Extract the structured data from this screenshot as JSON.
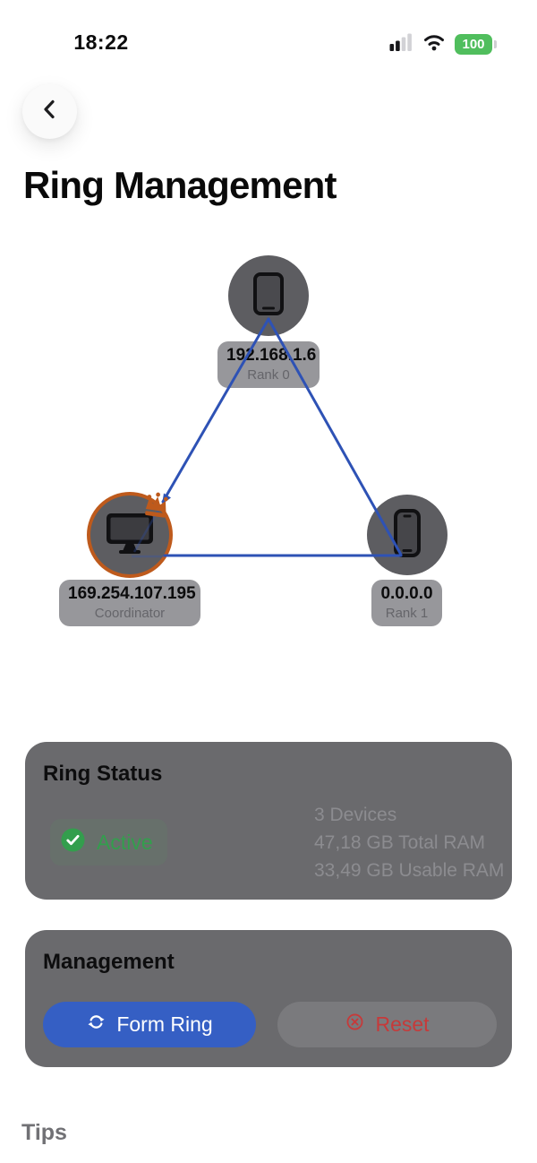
{
  "status_bar": {
    "time": "18:22",
    "battery_level": "100",
    "battery_color": "#50be5d"
  },
  "header": {
    "title": "Ring Management"
  },
  "topology": {
    "edge_color": "#2e52b5",
    "coordinator_color": "#be5a1c",
    "nodes": [
      {
        "position": "top",
        "device": "tablet",
        "ip": "192.168.1.6",
        "role": "Rank 0"
      },
      {
        "position": "left",
        "device": "desktop",
        "ip": "169.254.107.195",
        "role": "Coordinator",
        "is_coordinator": true
      },
      {
        "position": "right",
        "device": "phone",
        "ip": "0.0.0.0",
        "role": "Rank 1"
      }
    ]
  },
  "ring_status": {
    "title": "Ring Status",
    "state_label": "Active",
    "state_color": "#339e4d",
    "stats": [
      "3 Devices",
      "47,18 GB Total RAM",
      "33,49 GB Usable RAM"
    ]
  },
  "management": {
    "title": "Management",
    "form_ring_label": "Form Ring",
    "reset_label": "Reset",
    "primary_color": "#355fc4",
    "danger_color": "#c63a3a"
  },
  "tips": {
    "title": "Tips"
  }
}
